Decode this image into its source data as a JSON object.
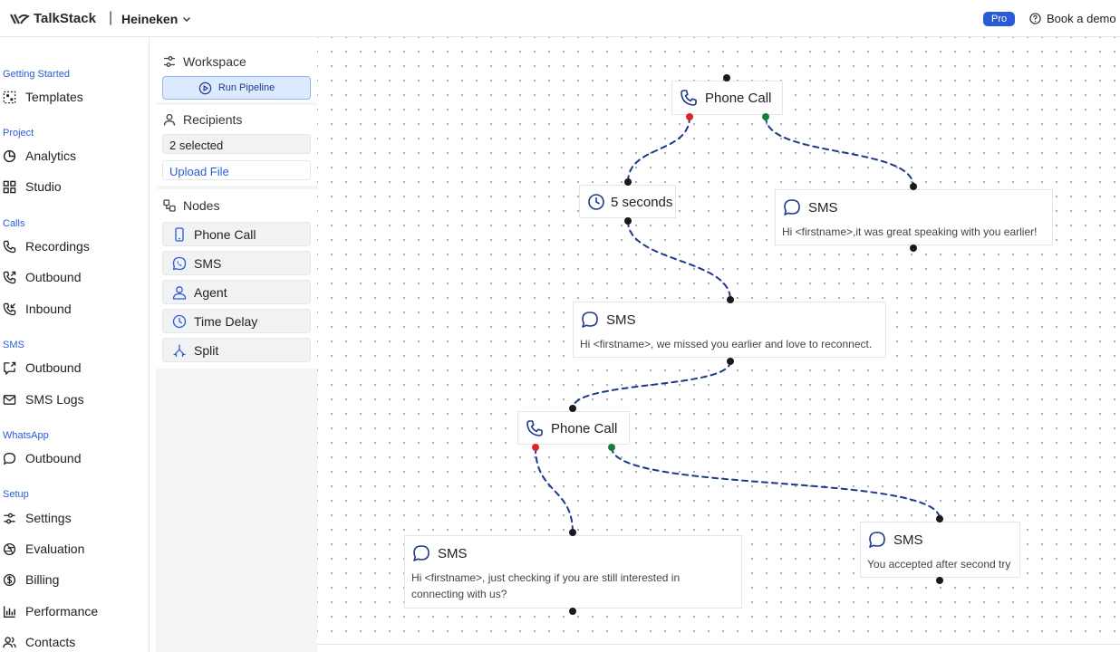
{
  "header": {
    "brand": "TalkStack",
    "separator": "|",
    "org": "Heineken",
    "pro_badge": "Pro",
    "demo_label": "Book a demo"
  },
  "sidebar": {
    "sections": [
      {
        "title": "Getting Started",
        "items": [
          {
            "label": "Templates",
            "icon": "templates-icon"
          }
        ]
      },
      {
        "title": "Project",
        "items": [
          {
            "label": "Analytics",
            "icon": "analytics-icon"
          },
          {
            "label": "Studio",
            "icon": "studio-icon"
          }
        ]
      },
      {
        "title": "Calls",
        "items": [
          {
            "label": "Recordings",
            "icon": "phone-icon"
          },
          {
            "label": "Outbound",
            "icon": "phone-outgoing-icon"
          },
          {
            "label": "Inbound",
            "icon": "phone-incoming-icon"
          }
        ]
      },
      {
        "title": "SMS",
        "items": [
          {
            "label": "Outbound",
            "icon": "message-outgoing-icon"
          },
          {
            "label": "SMS Logs",
            "icon": "mail-icon"
          }
        ]
      },
      {
        "title": "WhatsApp",
        "items": [
          {
            "label": "Outbound",
            "icon": "chat-bubble-icon"
          }
        ]
      },
      {
        "title": "Setup",
        "items": [
          {
            "label": "Settings",
            "icon": "sliders-icon"
          },
          {
            "label": "Evaluation",
            "icon": "aperture-icon"
          },
          {
            "label": "Billing",
            "icon": "dollar-icon"
          },
          {
            "label": "Performance",
            "icon": "chart-icon"
          },
          {
            "label": "Contacts",
            "icon": "users-icon"
          }
        ]
      }
    ]
  },
  "panel": {
    "workspace_title": "Workspace",
    "run_label": "Run Pipeline",
    "recipients_title": "Recipients",
    "recipients_value": "2 selected",
    "upload_label": "Upload File",
    "nodes_title": "Nodes",
    "node_types": [
      {
        "label": "Phone Call",
        "icon": "smartphone-icon"
      },
      {
        "label": "SMS",
        "icon": "whatsapp-icon"
      },
      {
        "label": "Agent",
        "icon": "user-icon"
      },
      {
        "label": "Time Delay",
        "icon": "clock-icon"
      },
      {
        "label": "Split",
        "icon": "split-icon"
      }
    ]
  },
  "flow": {
    "nodes": {
      "call1": {
        "title": "Phone Call"
      },
      "delay": {
        "title": "5 seconds"
      },
      "sms1": {
        "title": "SMS",
        "message": "Hi <firstname>,it was great speaking with you earlier!"
      },
      "sms2": {
        "title": "SMS",
        "message": "Hi <firstname>, we missed you earlier and love to reconnect."
      },
      "call2": {
        "title": "Phone Call"
      },
      "sms3": {
        "title": "SMS",
        "message": "Hi <firstname>, just checking if you are still interested in connecting with us?"
      },
      "sms4": {
        "title": "SMS",
        "message": "You accepted after second try"
      }
    },
    "colors": {
      "edge": "#1e3a8a",
      "fail_port": "#dc2626",
      "success_port": "#15803d"
    }
  }
}
